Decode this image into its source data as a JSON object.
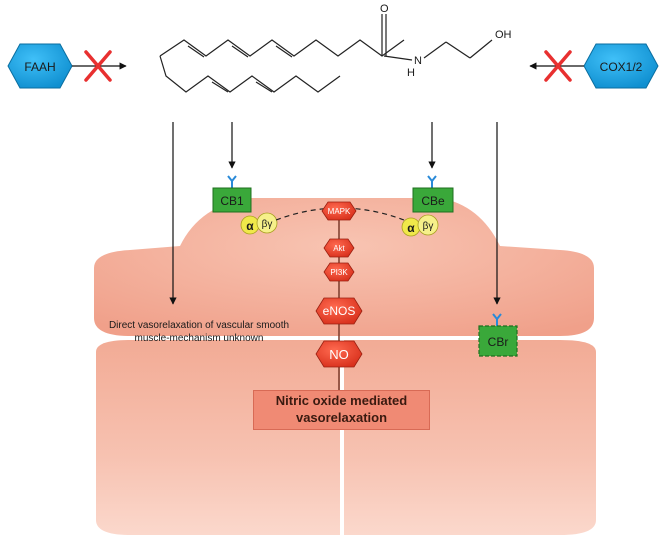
{
  "molecule": {
    "carbonyl_label": "O",
    "amide_label": "N",
    "amide_h_label": "H",
    "hydroxyl_label": "OH"
  },
  "enzymes": {
    "left": "FAAH",
    "right": "COX1/2"
  },
  "receptors": {
    "cb1": "CB1",
    "cbe": "CBe",
    "cbr": "CBr"
  },
  "g_protein": {
    "alpha": "α",
    "beta_gamma": "βγ"
  },
  "pathway": [
    "MAPK",
    "Akt",
    "PI3K",
    "eNOS",
    "NO"
  ],
  "captions": {
    "direct": "Direct vasorelaxation of vascular smooth muscle-mechanism unknown",
    "no_mediated": "Nitric oxide mediated vasorelaxation"
  },
  "colors": {
    "enzyme_fill": "#1aa7e8",
    "receptor_fill": "#3aa83a",
    "cell_fill": "#f5b3a0",
    "pathway_fill": "#e8402c",
    "inhibit_red": "#e83030",
    "g_protein_yellow": "#f0e84a"
  }
}
